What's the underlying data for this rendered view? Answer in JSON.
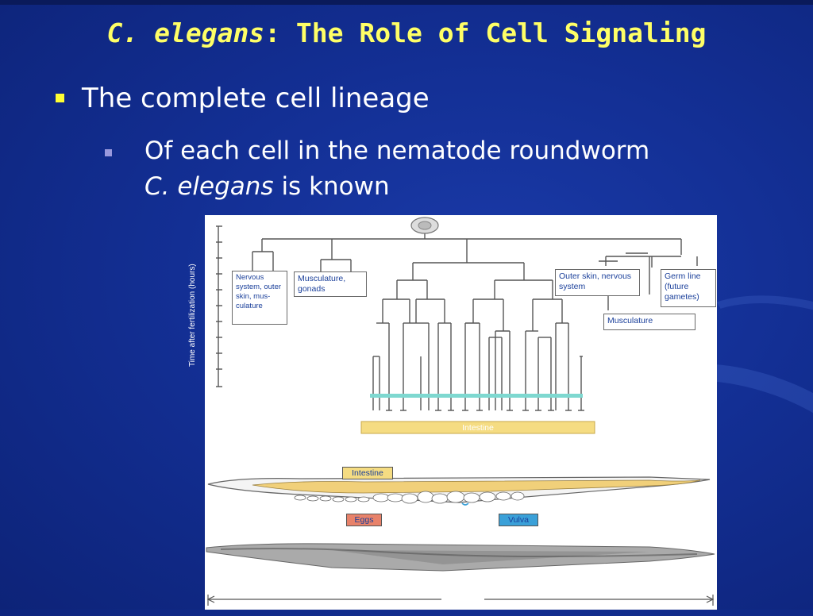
{
  "slide": {
    "title_italic": "C. elegans",
    "title_rest": ": The Role of Cell Signaling",
    "bullet1": "The complete cell lineage",
    "bullet2_line1": "Of each cell in the nematode roundworm",
    "bullet2_line2_italic": "C. elegans",
    "bullet2_line2_rest": " is known"
  },
  "figure": {
    "y_axis_label": "Time after fertilization (hours)",
    "boxes": {
      "nervous": "Nervous system, outer skin, mus- culature",
      "musculature_gonads": "Musculature, gonads",
      "outer_skin": "Outer skin, nervous system",
      "germ_line": "Germ line (future gametes)",
      "musculature": "Musculature"
    },
    "intestine_bar": "Intestine",
    "worm_labels": {
      "intestine": "Intestine",
      "eggs": "Eggs",
      "vulva": "Vulva"
    }
  },
  "colors": {
    "title": "#ffff66",
    "intestine_bar": "#f5dc82",
    "cyan_line": "#7ed8d0",
    "eggs_label": "#e8826a",
    "vulva_label": "#3aa0d8"
  }
}
